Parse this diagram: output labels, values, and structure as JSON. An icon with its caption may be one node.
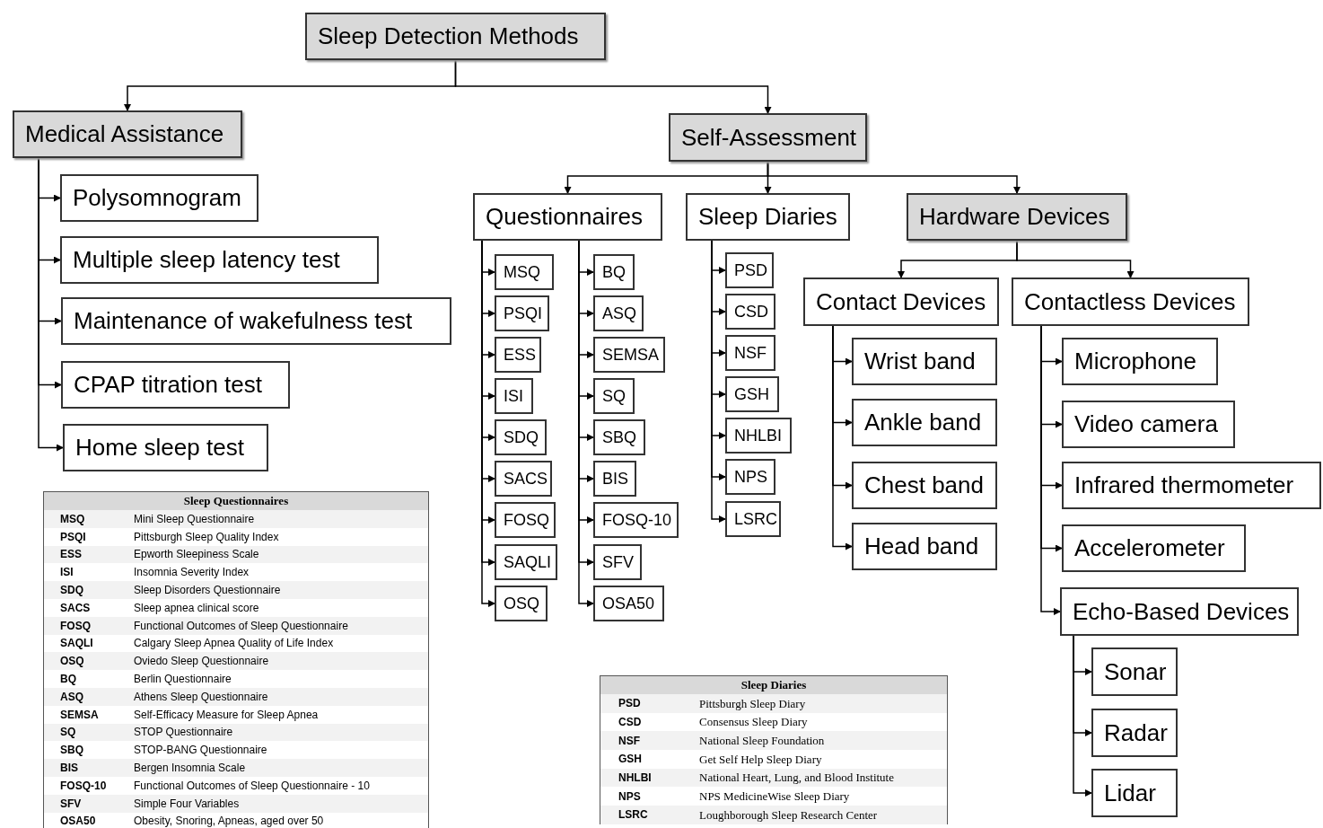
{
  "diagram": {
    "nodes": [
      {
        "text": [
          "Sleep Detection Methods"
        ]
      },
      {
        "text": [
          "Medical Assistance"
        ]
      },
      {
        "text": [
          "Self-Assessment"
        ]
      },
      {
        "text": [
          "Polysomnogram"
        ]
      },
      {
        "text": [
          "Multiple sleep latency test"
        ]
      },
      {
        "text": [
          "Maintenance of wakefulness test"
        ]
      },
      {
        "text": [
          "CPAP titration test"
        ]
      },
      {
        "text": [
          "Home sleep test"
        ]
      },
      {
        "text": [
          "Questionnaires"
        ]
      },
      {
        "text": [
          "Sleep Diaries"
        ]
      },
      {
        "text": [
          "Hardware Devices"
        ]
      },
      {
        "text": [
          "MSQ"
        ]
      },
      {
        "text": [
          "PSQI"
        ]
      },
      {
        "text": [
          "ESS"
        ]
      },
      {
        "text": [
          "ISI"
        ]
      },
      {
        "text": [
          "SDQ"
        ]
      },
      {
        "text": [
          "SACS"
        ]
      },
      {
        "text": [
          "FOSQ"
        ]
      },
      {
        "text": [
          "SAQLI"
        ]
      },
      {
        "text": [
          "OSQ"
        ]
      },
      {
        "text": [
          "BQ"
        ]
      },
      {
        "text": [
          "ASQ"
        ]
      },
      {
        "text": [
          "SEMSA"
        ]
      },
      {
        "text": [
          "SQ"
        ]
      },
      {
        "text": [
          "SBQ"
        ]
      },
      {
        "text": [
          "BIS"
        ]
      },
      {
        "text": [
          "FOSQ-10"
        ]
      },
      {
        "text": [
          "SFV"
        ]
      },
      {
        "text": [
          "OSA50"
        ]
      },
      {
        "text": [
          "PSD"
        ]
      },
      {
        "text": [
          "CSD"
        ]
      },
      {
        "text": [
          "NSF"
        ]
      },
      {
        "text": [
          "GSH"
        ]
      },
      {
        "text": [
          "NHLBI"
        ]
      },
      {
        "text": [
          "NPS"
        ]
      },
      {
        "text": [
          "LSRC"
        ]
      },
      {
        "text": [
          "Contact Devices"
        ]
      },
      {
        "text": [
          "Contactless Devices"
        ]
      },
      {
        "text": [
          "Wrist band"
        ]
      },
      {
        "text": [
          "Ankle band"
        ]
      },
      {
        "text": [
          "Chest band"
        ]
      },
      {
        "text": [
          "Head band"
        ]
      },
      {
        "text": [
          "Microphone"
        ]
      },
      {
        "text": [
          "Video camera"
        ]
      },
      {
        "text": [
          "Infrared thermometer"
        ]
      },
      {
        "text": [
          "Accelerometer"
        ]
      },
      {
        "text": [
          "Echo-Based Devices"
        ]
      },
      {
        "text": [
          "Sonar"
        ]
      },
      {
        "text": [
          "Radar"
        ]
      },
      {
        "text": [
          "Lidar"
        ]
      }
    ],
    "edges": [
      {
        "from": 0,
        "to": 1,
        "arrow": "to"
      },
      {
        "from": 0,
        "to": 2,
        "arrow": "to"
      },
      {
        "from": 1,
        "to": 3,
        "arrow": "to"
      },
      {
        "from": 1,
        "to": 4,
        "arrow": "to"
      },
      {
        "from": 1,
        "to": 5,
        "arrow": "to"
      },
      {
        "from": 1,
        "to": 6,
        "arrow": "to"
      },
      {
        "from": 1,
        "to": 7,
        "arrow": "to"
      },
      {
        "from": 2,
        "to": 8,
        "arrow": "to"
      },
      {
        "from": 2,
        "to": 9,
        "arrow": "to"
      },
      {
        "from": 2,
        "to": 10,
        "arrow": "to"
      },
      {
        "from": 8,
        "to": 11,
        "arrow": "to"
      },
      {
        "from": 8,
        "to": 12,
        "arrow": "to"
      },
      {
        "from": 8,
        "to": 13,
        "arrow": "to"
      },
      {
        "from": 8,
        "to": 14,
        "arrow": "to"
      },
      {
        "from": 8,
        "to": 15,
        "arrow": "to"
      },
      {
        "from": 8,
        "to": 16,
        "arrow": "to"
      },
      {
        "from": 8,
        "to": 17,
        "arrow": "to"
      },
      {
        "from": 8,
        "to": 18,
        "arrow": "to"
      },
      {
        "from": 8,
        "to": 19,
        "arrow": "to"
      },
      {
        "from": 8,
        "to": 20,
        "arrow": "to"
      },
      {
        "from": 8,
        "to": 21,
        "arrow": "to"
      },
      {
        "from": 8,
        "to": 22,
        "arrow": "to"
      },
      {
        "from": 8,
        "to": 23,
        "arrow": "to"
      },
      {
        "from": 8,
        "to": 24,
        "arrow": "to"
      },
      {
        "from": 8,
        "to": 25,
        "arrow": "to"
      },
      {
        "from": 8,
        "to": 26,
        "arrow": "to"
      },
      {
        "from": 8,
        "to": 27,
        "arrow": "to"
      },
      {
        "from": 8,
        "to": 28,
        "arrow": "to"
      },
      {
        "from": 9,
        "to": 29,
        "arrow": "to"
      },
      {
        "from": 9,
        "to": 30,
        "arrow": "to"
      },
      {
        "from": 9,
        "to": 31,
        "arrow": "to"
      },
      {
        "from": 9,
        "to": 32,
        "arrow": "to"
      },
      {
        "from": 9,
        "to": 33,
        "arrow": "to"
      },
      {
        "from": 9,
        "to": 34,
        "arrow": "to"
      },
      {
        "from": 9,
        "to": 35,
        "arrow": "to"
      },
      {
        "from": 10,
        "to": 36,
        "arrow": "to"
      },
      {
        "from": 10,
        "to": 37,
        "arrow": "to"
      },
      {
        "from": 36,
        "to": 38,
        "arrow": "to"
      },
      {
        "from": 36,
        "to": 39,
        "arrow": "to"
      },
      {
        "from": 36,
        "to": 40,
        "arrow": "to"
      },
      {
        "from": 36,
        "to": 41,
        "arrow": "to"
      },
      {
        "from": 37,
        "to": 42,
        "arrow": "to"
      },
      {
        "from": 37,
        "to": 43,
        "arrow": "to"
      },
      {
        "from": 37,
        "to": 44,
        "arrow": "to"
      },
      {
        "from": 37,
        "to": 45,
        "arrow": "to"
      },
      {
        "from": 37,
        "to": 46,
        "arrow": "to"
      },
      {
        "from": 46,
        "to": 47,
        "arrow": "to"
      },
      {
        "from": 46,
        "to": 48,
        "arrow": "to"
      },
      {
        "from": 46,
        "to": 49,
        "arrow": "to"
      }
    ],
    "labels": [
      "Sleep Questionnaires",
      "MSQ",
      "Mini Sleep Questionnaire",
      "PSQI",
      "Pittsburgh Sleep Quality Index",
      "ESS",
      "Epworth Sleepiness Scale",
      "ISI",
      "Insomnia Severity Index",
      "SDQ",
      "Sleep Disorders Questionnaire",
      "SACS",
      "Sleep apnea clinical score",
      "FOSQ",
      "Functional Outcomes of Sleep Questionnaire",
      "SAQLI",
      "Calgary Sleep Apnea Quality of Life Index",
      "OSQ",
      "Oviedo Sleep Questionnaire",
      "BQ",
      "Berlin Questionnaire",
      "ASQ",
      "Athens Sleep Questionnaire",
      "SEMSA",
      "Self-Efficacy Measure for Sleep Apnea",
      "SQ",
      "STOP Questionnaire",
      "SBQ",
      "STOP-BANG Questionnaire",
      "BIS",
      "Bergen Insomnia Scale",
      "FOSQ-10",
      "Functional Outcomes of Sleep Questionnaire - 10",
      "SFV",
      "Simple Four Variables",
      "OSA50",
      "Obesity, Snoring, Apneas, aged over 50",
      "Sleep Diaries",
      "PSD",
      "Pittsburgh Sleep Diary",
      "CSD",
      "Consensus Sleep Diary",
      "NSF",
      "National Sleep Foundation",
      "GSH",
      "Get Self Help Sleep Diary",
      "NHLBI",
      "National Heart, Lung, and Blood Institute",
      "NPS",
      "NPS MedicineWise Sleep Diary",
      "LSRC",
      "Loughborough Sleep Research Center"
    ]
  }
}
